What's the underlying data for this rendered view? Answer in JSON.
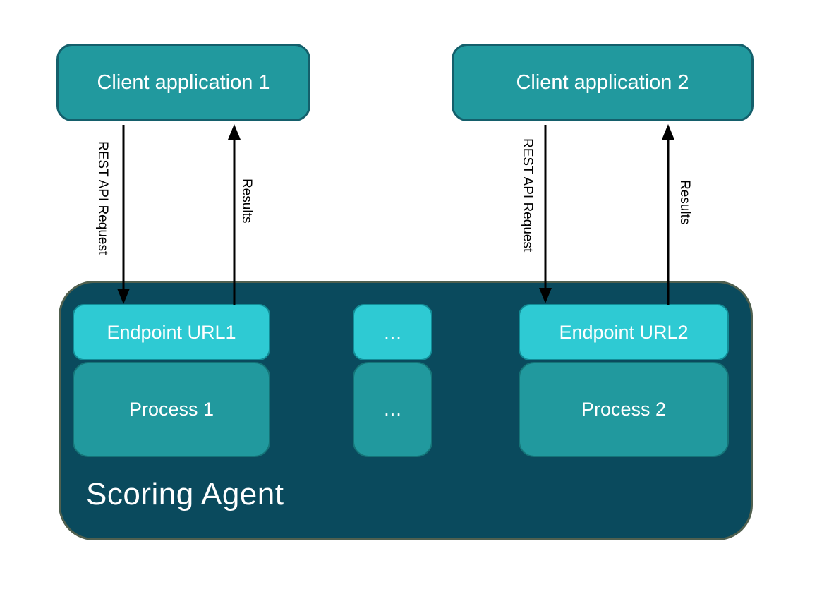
{
  "clients": [
    {
      "label": "Client application 1"
    },
    {
      "label": "Client application 2"
    }
  ],
  "arrows": {
    "request": "REST API Request",
    "results": "Results"
  },
  "agent": {
    "title": "Scoring Agent",
    "columns": [
      {
        "endpoint": "Endpoint URL1",
        "process": "Process 1"
      },
      {
        "endpoint": "…",
        "process": "…"
      },
      {
        "endpoint": "Endpoint URL2",
        "process": "Process 2"
      }
    ]
  },
  "colors": {
    "client_fill": "#21999e",
    "client_border": "#145f6b",
    "endpoint_fill": "#2ecad3",
    "process_fill": "#21999e",
    "agent_fill": "#0a4a5d",
    "agent_border": "#50604f",
    "arrow": "#000000",
    "text": "#ffffff"
  }
}
